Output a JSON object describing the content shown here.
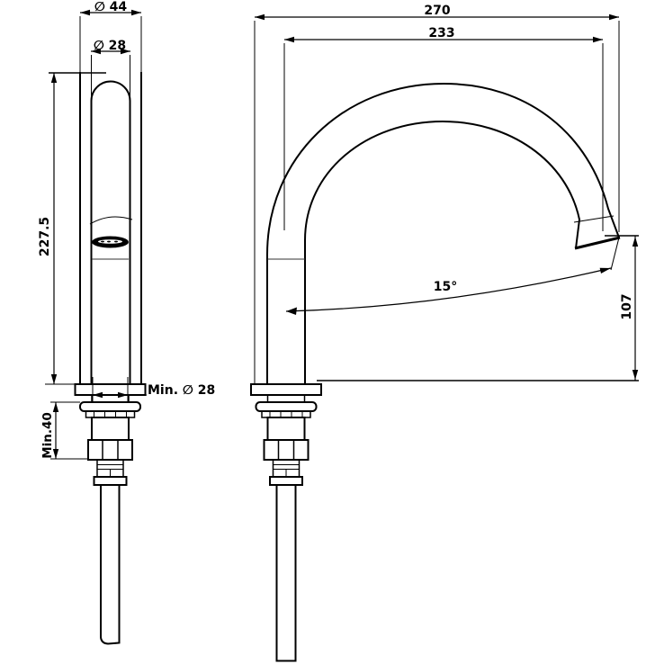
{
  "drawing": {
    "type": "technical-dimension-drawing",
    "subject": "gooseneck faucet spout, front and side views",
    "background_color": "#ffffff",
    "line_color": "#000000",
    "front_view": {
      "dia_outer": "∅ 44",
      "dia_spout": "∅ 28",
      "height": "227.5",
      "min_hole": "Min. ∅ 28",
      "min_thickness": "Min.40"
    },
    "side_view": {
      "reach_overall": "270",
      "reach_spout": "233",
      "outlet_angle": "15°",
      "outlet_height": "107"
    }
  }
}
